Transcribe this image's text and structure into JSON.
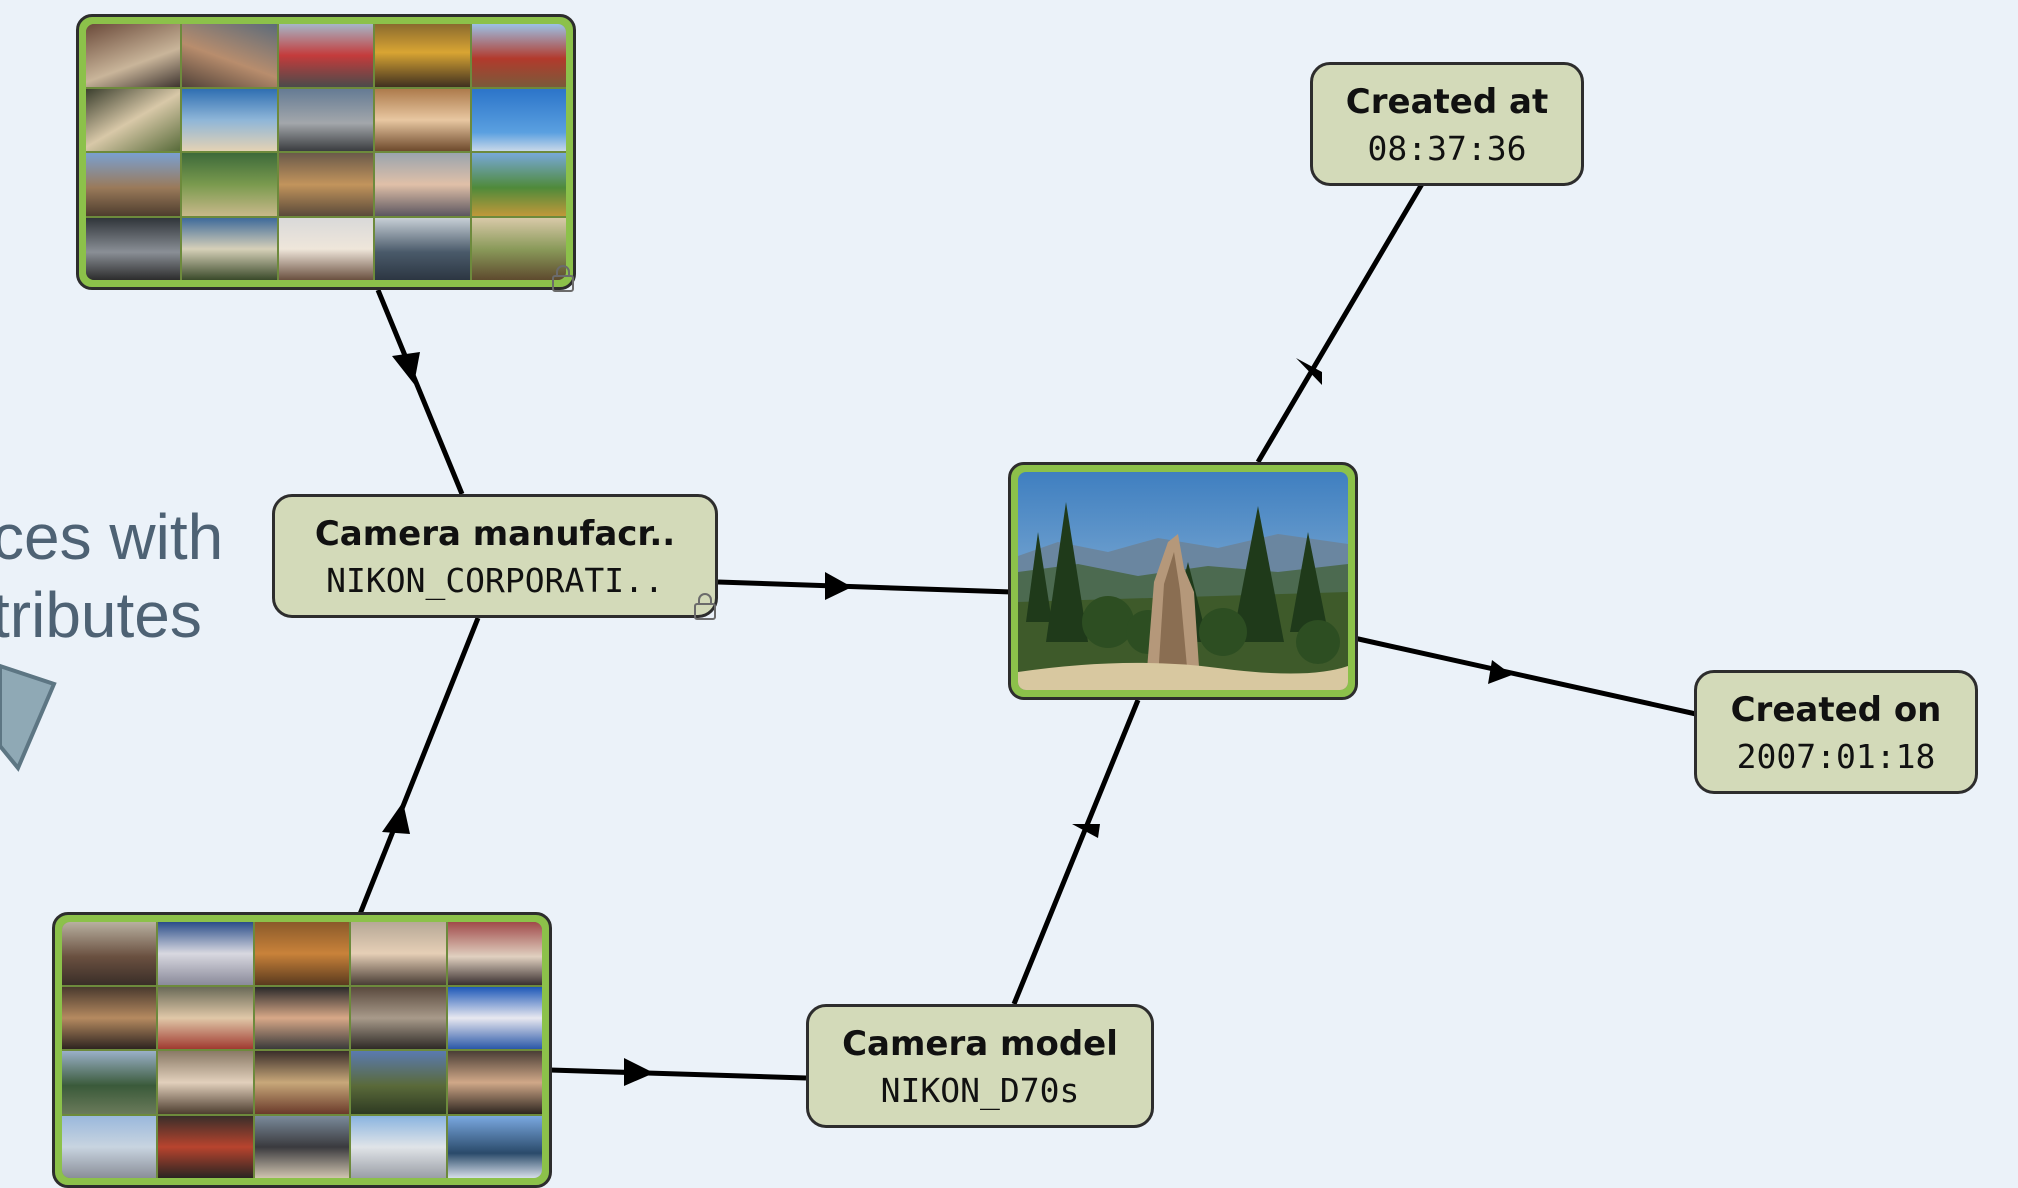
{
  "caption": {
    "line1": "ces with",
    "line2": "tributes"
  },
  "nodes": {
    "created_at": {
      "title": "Created at",
      "value": "08:37:36"
    },
    "created_on": {
      "title": "Created on",
      "value": "2007:01:18"
    },
    "camera_manufacturer": {
      "title": "Camera manufacr..",
      "value": "NIKON_CORPORATI.."
    },
    "camera_model": {
      "title": "Camera model",
      "value": "NIKON_D70s"
    }
  },
  "colors": {
    "background": "#ebf2f9",
    "attribute_fill": "#d3dab9",
    "photo_frame": "#8cc14a",
    "edge": "#000000",
    "caption_text": "#4e6274",
    "pointer_fill": "#8fa9b5"
  },
  "icons": {
    "node_lock": "lock-icon",
    "side_pointer": "pointer-arrow-icon",
    "edge_arrow": "arrowhead-icon"
  }
}
